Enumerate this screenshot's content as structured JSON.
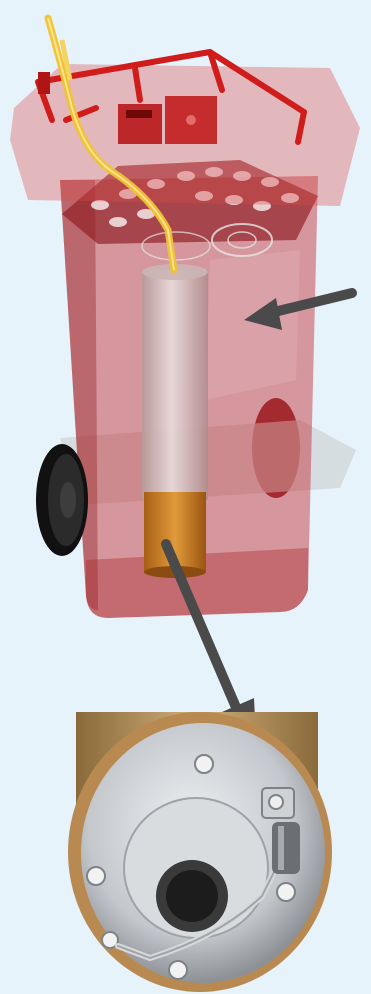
{
  "figure": {
    "background": "#e6f3fb",
    "parts": [
      {
        "id": "bin-body",
        "color": "#c0262a"
      },
      {
        "id": "bin-lid",
        "color": "#d94a4a"
      },
      {
        "id": "handle-frame",
        "color": "#d11c1c"
      },
      {
        "id": "central-tube",
        "color": "#d9c6c6"
      },
      {
        "id": "bottom-cap",
        "color": "#d98a2a"
      },
      {
        "id": "fuel-tube",
        "color": "#f1c232"
      },
      {
        "id": "wheels",
        "color": "#1a1a1a"
      },
      {
        "id": "burner-base-closeup",
        "color": "#c9ccd1"
      }
    ],
    "arrows": [
      {
        "id": "arrow-to-tube",
        "color": "#4a4a4a"
      },
      {
        "id": "arrow-to-closeup",
        "color": "#4a4a4a"
      }
    ]
  }
}
